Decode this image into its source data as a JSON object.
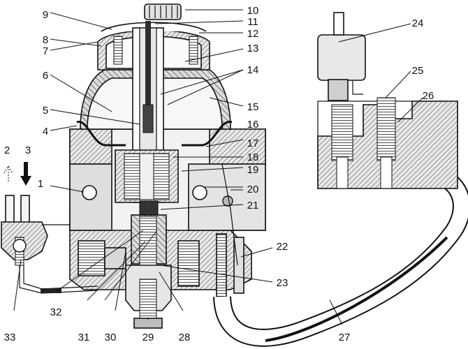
{
  "diagram": {
    "callouts": [
      "1",
      "2",
      "3",
      "4",
      "5",
      "6",
      "7",
      "8",
      "9",
      "10",
      "11",
      "12",
      "13",
      "14",
      "15",
      "16",
      "17",
      "18",
      "19",
      "20",
      "21",
      "22",
      "23",
      "24",
      "25",
      "26",
      "27",
      "28",
      "29",
      "30",
      "31",
      "32",
      "33"
    ],
    "colors": {
      "ink": "#111111",
      "hatch": "#6a6a6a",
      "light_fill": "#e9e9e9",
      "mid_fill": "#cfcfcf",
      "dark_fill": "#3a3a3a",
      "paper": "#ffffff"
    }
  }
}
